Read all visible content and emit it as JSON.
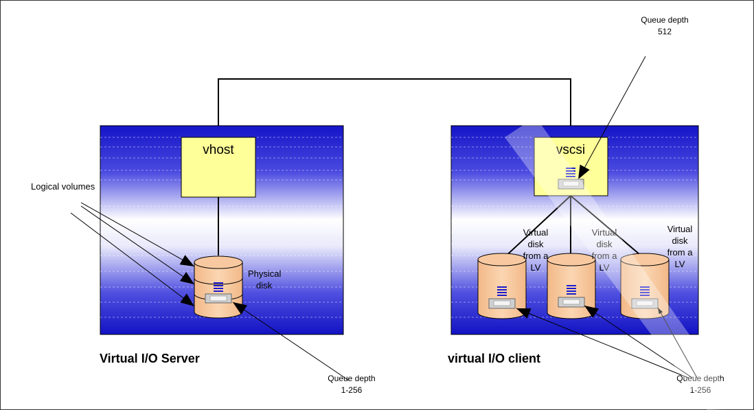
{
  "labels": {
    "queue_depth_top_line1": "Queue depth",
    "queue_depth_top_line2": "512",
    "vhost": "vhost",
    "vscsi": "vscsi",
    "logical_volumes": "Logical volumes",
    "physical_disk_line1": "Physical",
    "physical_disk_line2": "disk",
    "virtual_disk_lines": [
      "Virtual",
      "disk",
      "from a",
      "LV"
    ],
    "server_title": "Virtual I/O Server",
    "client_title": "virtual I/O client",
    "queue_depth_bottom_left_line1": "Queue depth",
    "queue_depth_bottom_left_line2": "1-256",
    "queue_depth_bottom_right_line1": "Queue depth",
    "queue_depth_bottom_right_line2": "1-256"
  },
  "colors": {
    "panel_blue": "#1a1acc",
    "adapter_fill": "#ffff99",
    "disk_fill": "#f7c89b",
    "watermark": "#ededed"
  }
}
